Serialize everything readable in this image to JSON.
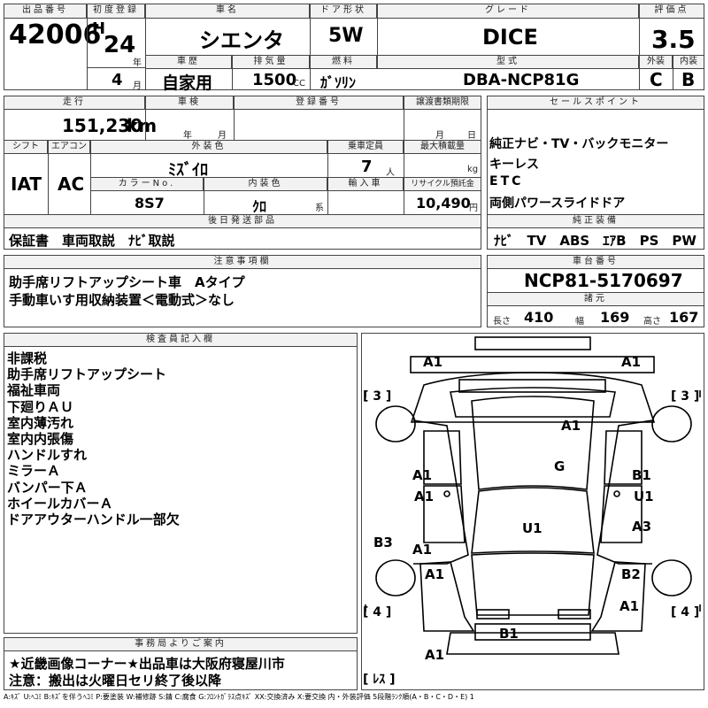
{
  "header": {
    "lot_no_label": "出品番号",
    "lot_no": "42006",
    "first_reg_label": "初度登録",
    "era": "H",
    "year": "24",
    "year_unit": "年",
    "month": "4",
    "month_unit": "月",
    "car_name_label": "車名",
    "car_name": "シエンタ",
    "door_label": "ドア形状",
    "door": "5W",
    "grade_label": "グレード",
    "grade": "DICE",
    "score_label": "評価点",
    "score": "3.5",
    "ext_label": "外装",
    "ext": "C",
    "int_label": "内装",
    "int": "B",
    "history_label": "車歴",
    "history": "自家用",
    "displacement_label": "排気量",
    "displacement": "1500",
    "cc": "CC",
    "fuel_label": "燃料",
    "fuel": "ｶﾞｿﾘﾝ",
    "model_label": "型式",
    "model": "DBA-NCP81G"
  },
  "row2": {
    "mileage_label": "走行",
    "mileage": "151,230",
    "mileage_unit": "km",
    "inspection_label": "車検",
    "insp_year": "年",
    "insp_month": "月",
    "reg_no_label": "登録番号",
    "transfer_label": "譲渡書類期限",
    "tr_month": "月",
    "tr_day": "日",
    "sales_label": "セールスポイント",
    "sales_points": [
      "純正ナビ・TV・バックモニター",
      "キーレス",
      "ETC",
      "両側パワースライドドア"
    ],
    "shift_label": "シフト",
    "shift": "IAT",
    "ac_label": "エアコン",
    "ac": "AC",
    "color_label": "外装色",
    "color": "ﾐｽﾞｲﾛ",
    "capacity_label": "乗車定員",
    "capacity": "7",
    "capacity_unit": "人",
    "load_label": "最大積載量",
    "load_unit": "kg",
    "color_no_label": "カラーNo.",
    "color_no": "8S7",
    "interior_color_label": "内装色",
    "interior_color": "ｸﾛ",
    "interior_suffix": "系",
    "import_label": "輸入車",
    "recycle_label": "リサイクル預託金",
    "recycle": "10,490",
    "recycle_unit": "円",
    "later_parts_label": "後日発送部品",
    "later_parts": "保証書　車両取説　ﾅﾋﾞ取説",
    "equipment_label": "純正装備",
    "equipment": "ﾅﾋﾞ　TV　ABS　ｴｱB　PS　PW"
  },
  "notes": {
    "label": "注意事項欄",
    "lines": [
      "助手席リフトアップシート車　Aタイプ",
      "手動車いす用収納装置＜電動式＞なし"
    ]
  },
  "chassis": {
    "label": "車台番号",
    "value": "NCP81-5170697",
    "dims_label": "諸元",
    "length_label": "長さ",
    "length": "410",
    "width_label": "幅",
    "width": "169",
    "height_label": "高さ",
    "height": "167"
  },
  "inspector": {
    "label": "検査員記入欄",
    "lines": [
      "非課税",
      "助手席リフトアップシート",
      "福祉車両",
      "下廻りＡＵ",
      "室内薄汚れ",
      "室内内張傷",
      "ハンドルすれ",
      "ミラーＡ",
      "バンパー下Ａ",
      "ホイールカバーＡ",
      "ドアアウターハンドル一部欠"
    ]
  },
  "office": {
    "label": "事務局よりご案内",
    "lines": [
      "★近畿画像コーナー★出品車は大阪府寝屋川市",
      "注意：搬出は火曜日セリ終了後以降"
    ]
  },
  "diagram": {
    "marks": [
      "A1",
      "A1",
      "A1",
      "G",
      "A1",
      "B1",
      "A1",
      "U1",
      "U1",
      "B3",
      "A1",
      "A3",
      "A1",
      "B2",
      "A1",
      "B1",
      "A1"
    ],
    "bracket_labels": [
      "3",
      "3",
      "4",
      "4",
      "ﾚｽ"
    ]
  },
  "legend": "A:ｷｽﾞ U:ﾍｺﾐ B:ｷｽﾞを伴うﾍｺﾐ P:要塗装 W:補修跡 S:錆 C:腐食 G:ﾌﾛﾝﾄｶﾞﾗｽ点ｷｽﾞ XX:交換済み X:要交換 内・外装評価 5段階ﾗﾝｸ順(A・B・C・D・E) 1"
}
